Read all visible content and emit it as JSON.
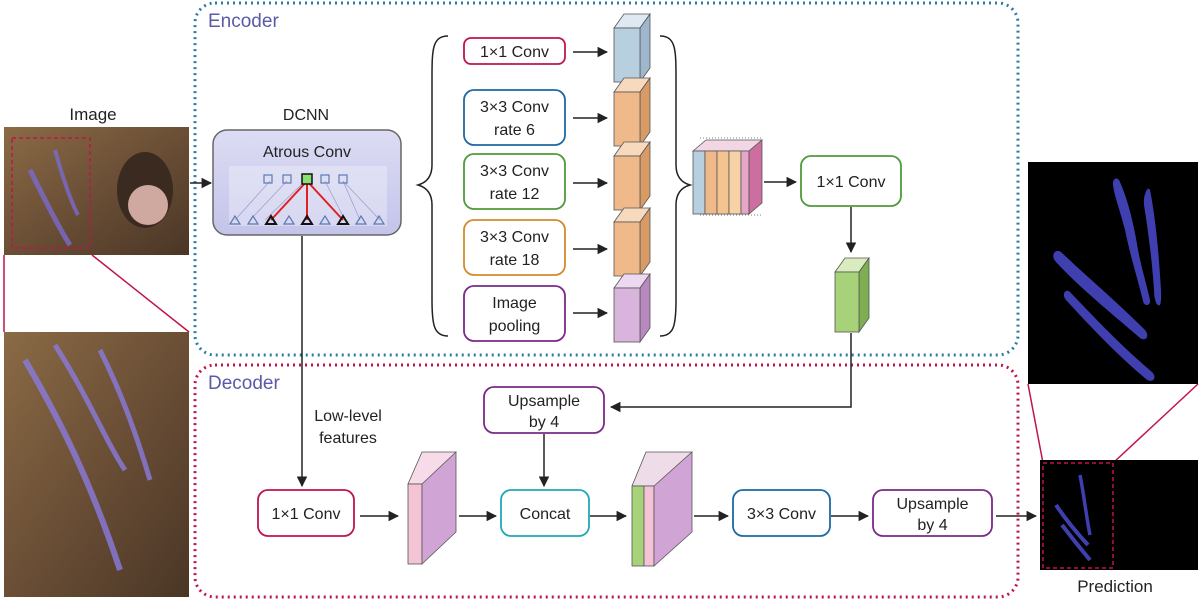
{
  "encoder": {
    "title": "Encoder"
  },
  "decoder": {
    "title": "Decoder"
  },
  "input": {
    "label": "Image"
  },
  "dcnn": {
    "label": "DCNN",
    "block_label": "Atrous Conv"
  },
  "aspp": {
    "branches": [
      {
        "line1": "1×1 Conv",
        "line2": "",
        "color": "#c0144a",
        "feature_color": "#b8cfe0"
      },
      {
        "line1": "3×3 Conv",
        "line2": "rate 6",
        "color": "#1d6aa3",
        "feature_color": "#efb98a"
      },
      {
        "line1": "3×3 Conv",
        "line2": "rate 12",
        "color": "#4f9a3a",
        "feature_color": "#efb98a"
      },
      {
        "line1": "3×3 Conv",
        "line2": "rate 18",
        "color": "#d48a2a",
        "feature_color": "#efb98a"
      },
      {
        "line1": "Image",
        "line2": "pooling",
        "color": "#7a2a88",
        "feature_color": "#d9b4dd"
      }
    ]
  },
  "encoder_conv": {
    "label": "1×1 Conv",
    "color": "#4f9a3a"
  },
  "low_level": {
    "line1": "Low-level",
    "line2": "features"
  },
  "decoder_blocks": {
    "conv1x1": {
      "label": "1×1 Conv",
      "color": "#c0144a"
    },
    "upsample_top": {
      "line1": "Upsample",
      "line2": "by 4",
      "color": "#7a2a88"
    },
    "concat": {
      "label": "Concat",
      "color": "#1faab4"
    },
    "conv3x3": {
      "label": "3×3 Conv",
      "color": "#1d6aa3"
    },
    "upsample_right": {
      "line1": "Upsample",
      "line2": "by 4",
      "color": "#7a2a88"
    }
  },
  "output": {
    "label": "Prediction"
  },
  "colors": {
    "encoder_border": "#2a7ea6",
    "decoder_border": "#c0144a",
    "section_title": "#5a5aa8",
    "crimson": "#c0144a",
    "mask_blue": "#3f3fb0",
    "green_feature": "#a8d27a",
    "pink_feature": "#f5c3d6",
    "purple_feature": "#d1a4d6"
  }
}
